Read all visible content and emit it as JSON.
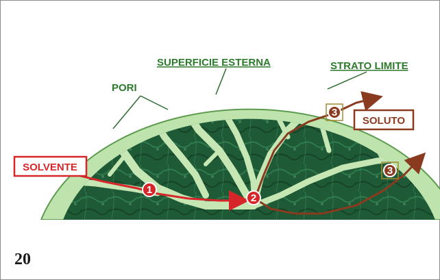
{
  "labels": {
    "superficie": "SUPERFICIE ESTERNA",
    "strato": "STRATO LIMITE",
    "pori": "PORI",
    "soluto": "SOLUTO",
    "solvente": "SOLVENTE"
  },
  "markers": {
    "m1": "1",
    "m2": "2",
    "m3a": "3",
    "m3b": "3"
  },
  "page_number": "20",
  "colors": {
    "outer_layer": "#bfe3ad",
    "dark_core": "#1f5a37",
    "pore": "#c6e6b3",
    "label_green": "#2d7a2d",
    "arrow_red": "#d7262a",
    "arrow_brown": "#8a3b1f"
  }
}
